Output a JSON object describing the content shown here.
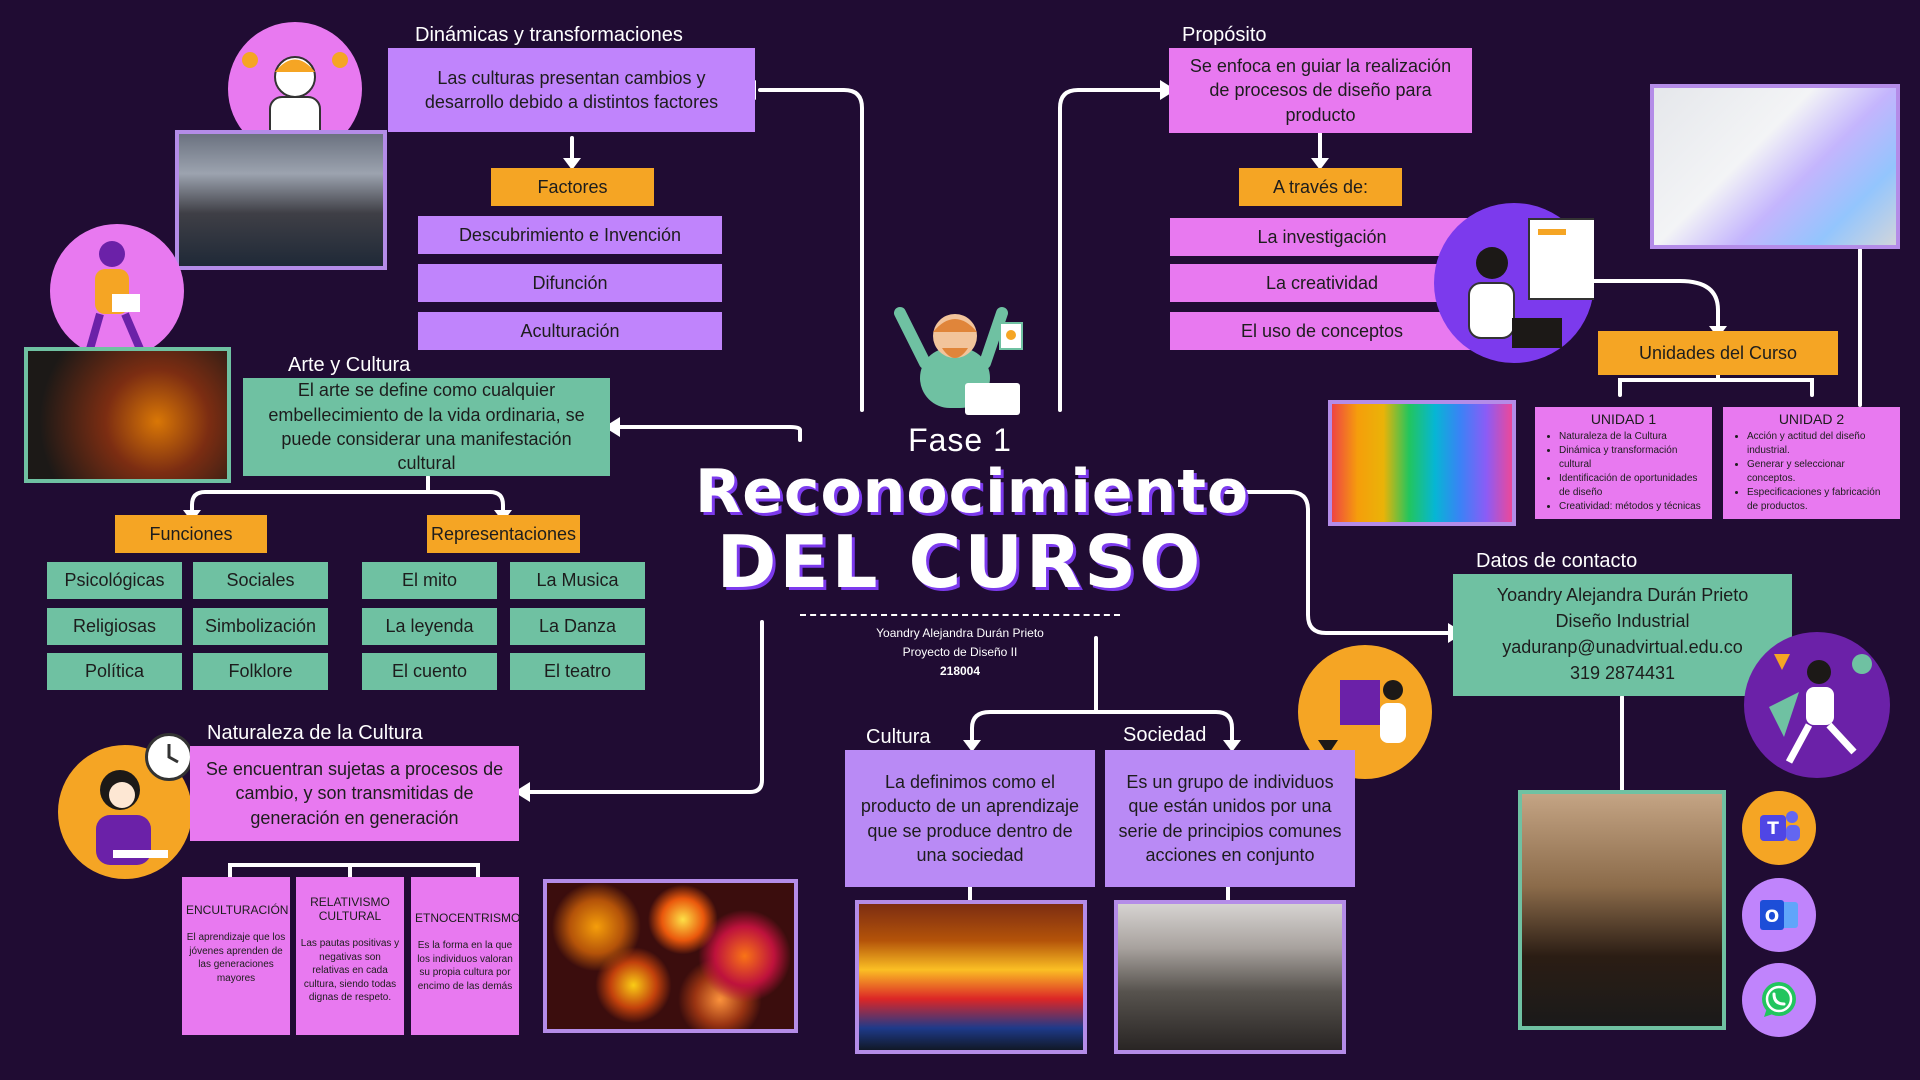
{
  "title": {
    "phase": "Fase 1",
    "line1": "Reconocimiento",
    "line2": "DEL CURSO",
    "author": "Yoandry Alejandra Durán Prieto",
    "course": "Proyecto de Diseño II",
    "code": "218004"
  },
  "dinamicas": {
    "label": "Dinámicas y transformaciones",
    "text": "Las culturas presentan cambios y desarrollo debido a distintos factores",
    "factores_label": "Factores",
    "items": [
      "Descubrimiento e Invención",
      "Difunción",
      "Aculturación"
    ]
  },
  "arte": {
    "label": "Arte y Cultura",
    "text": "El arte se define como cualquier embellecimiento de la vida ordinaria, se puede considerar una manifestación cultural",
    "funciones_label": "Funciones",
    "funciones": [
      "Psicológicas",
      "Sociales",
      "Religiosas",
      "Simbolización",
      "Política",
      "Folklore"
    ],
    "representaciones_label": "Representaciones",
    "representaciones": [
      "El mito",
      "La Musica",
      "La leyenda",
      "La Danza",
      "El cuento",
      "El teatro"
    ]
  },
  "naturaleza": {
    "label": "Naturaleza de la Cultura",
    "text": "Se encuentran sujetas a procesos de cambio, y son transmitidas de generación en generación",
    "cards": [
      {
        "title": "ENCULTURACIÓN",
        "text": "El aprendizaje que los jóvenes aprenden de las generaciones mayores"
      },
      {
        "title": "RELATIVISMO CULTURAL",
        "text": "Las pautas positivas y negativas son relativas en cada cultura, siendo todas dignas de respeto."
      },
      {
        "title": "ETNOCENTRISMO",
        "text": "Es la forma en la que los individuos valoran su propia cultura por encimo de las demás"
      }
    ]
  },
  "proposito": {
    "label": "Propósito",
    "text": "Se enfoca en guiar la realización de procesos de diseño para producto",
    "through_label": "A través de:",
    "items": [
      "La investigación",
      "La creatividad",
      "El uso de conceptos"
    ]
  },
  "unidades": {
    "label": "Unidades del Curso",
    "u1": {
      "title": "UNIDAD 1",
      "items": [
        "Naturaleza de la Cultura",
        "Dinámica y transformación cultural",
        "Identificación de oportunidades de diseño",
        "Creatividad: métodos y técnicas"
      ]
    },
    "u2": {
      "title": "UNIDAD 2",
      "items": [
        "Acción y actitud del diseño industrial.",
        "Generar y seleccionar conceptos.",
        "Especificaciones y fabricación de productos."
      ]
    }
  },
  "contacto": {
    "label": "Datos de contacto",
    "name": "Yoandry Alejandra Durán Prieto",
    "program": "Diseño Industrial",
    "email": "yaduranp@unadvirtual.edu.co",
    "phone": "319 2874431"
  },
  "cultura": {
    "label": "Cultura",
    "text": "La definimos como el producto de un aprendizaje que se produce dentro de una sociedad"
  },
  "sociedad": {
    "label": "Sociedad",
    "text": "Es un grupo de individuos que están unidos por una serie de principios comunes  acciones en conjunto"
  },
  "icons": [
    "teams-icon",
    "outlook-icon",
    "whatsapp-icon"
  ],
  "colors": {
    "background": "#200c33",
    "pink": "#e879f0",
    "lavender": "#c084fc",
    "teal": "#6fc1a2",
    "orange": "#f5a524",
    "white": "#ffffff"
  }
}
